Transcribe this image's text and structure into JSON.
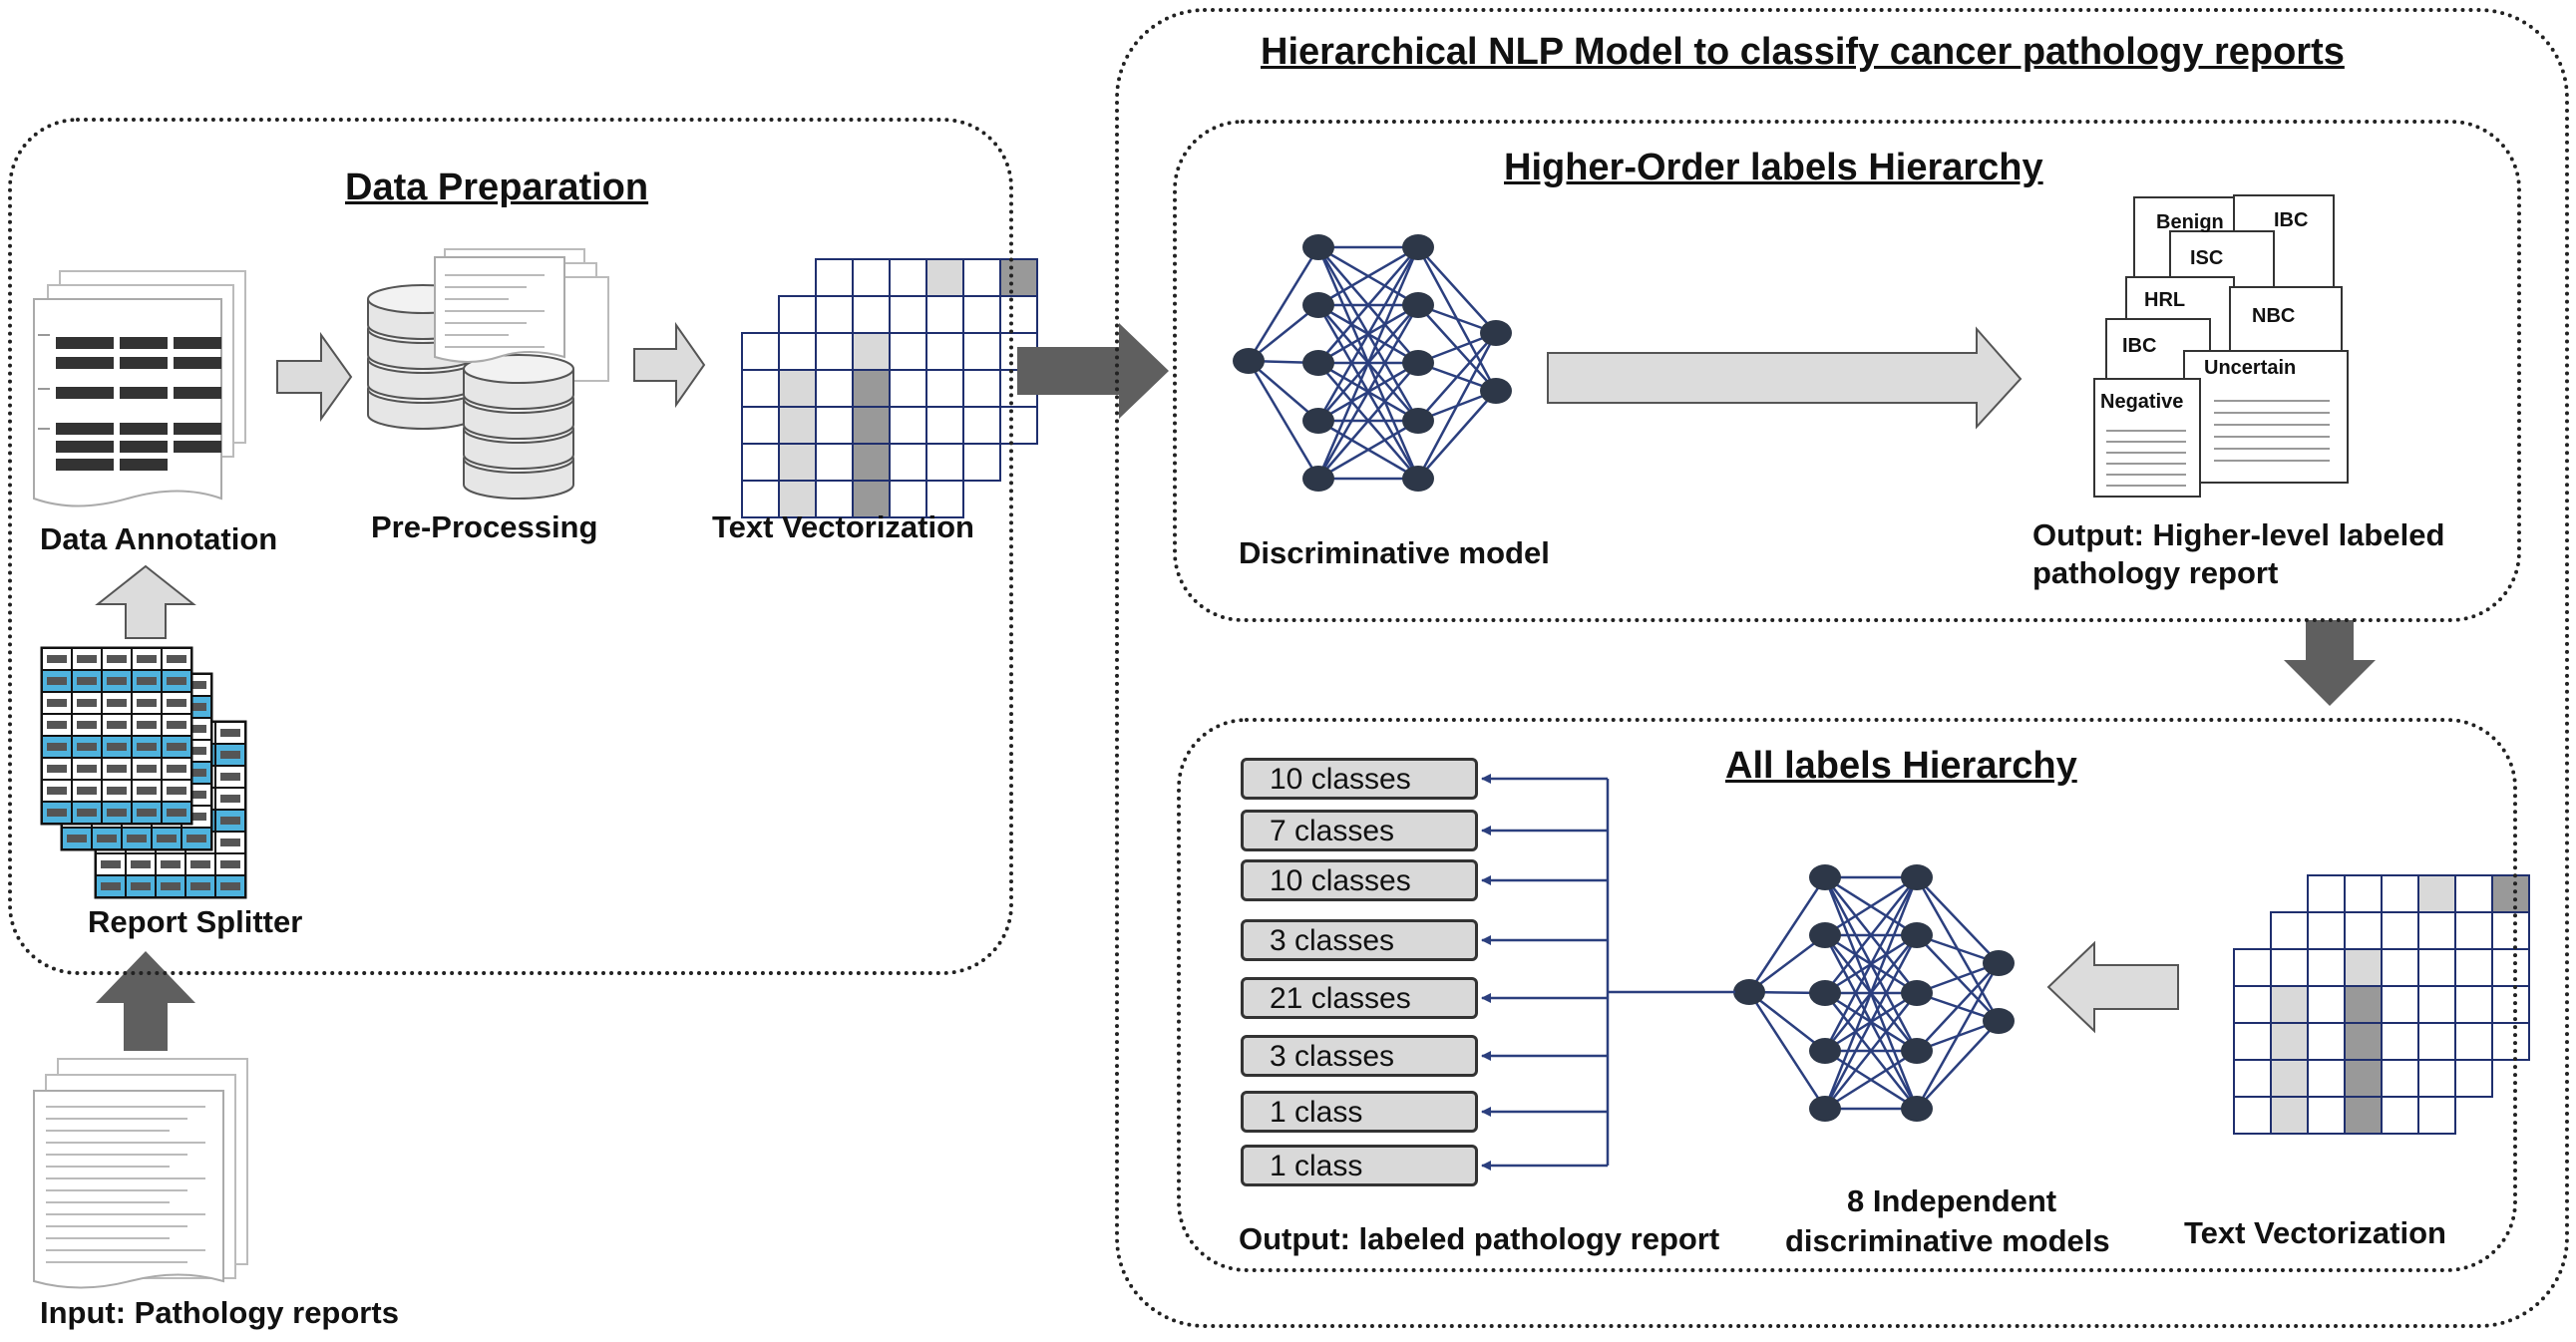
{
  "main_title": "Hierarchical NLP Model to classify cancer pathology reports",
  "data_preparation": {
    "title": "Data Preparation",
    "data_annotation": "Data Annotation",
    "pre_processing": "Pre-Processing",
    "text_vectorization": "Text Vectorization",
    "report_splitter": "Report Splitter"
  },
  "input_label": "Input: Pathology reports",
  "higher_order": {
    "title": "Higher-Order labels Hierarchy",
    "model_label": "Discriminative model",
    "output_line1": "Output: Higher-level labeled",
    "output_line2": "pathology report",
    "doc_labels": [
      "Benign",
      "IBC",
      "ISC",
      "HRL",
      "NBC",
      "IBC",
      "Uncertain",
      "Negative"
    ]
  },
  "all_labels": {
    "title": "All labels Hierarchy",
    "classes": [
      "10 classes",
      "7 classes",
      "10 classes",
      "3 classes",
      "21 classes",
      "3 classes",
      "1 class",
      "1 class"
    ],
    "output_label": "Output: labeled pathology report",
    "models_line1": "8 Independent",
    "models_line2": "discriminative models",
    "text_vectorization": "Text Vectorization"
  },
  "colors": {
    "network": "#2b3f7e",
    "node": "#2d3748",
    "grid_line": "#1f2f6e",
    "grid_light": "#d9d9d9",
    "grid_dark": "#999999",
    "arrow_dark": "#5f5f5f",
    "arrow_light": "#dcdcdc",
    "highlight_blue": "#4fb3de"
  }
}
